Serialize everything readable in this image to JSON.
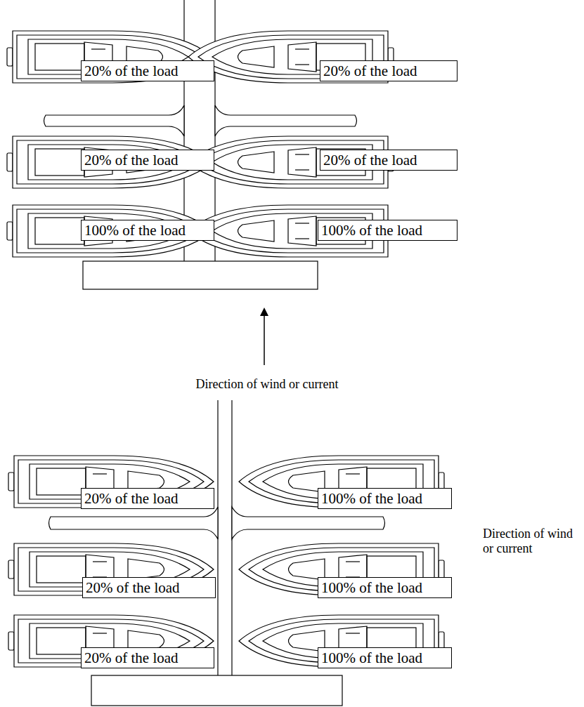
{
  "diagram": {
    "nodes": [
      {
        "text": [
          "20% of the load"
        ]
      },
      {
        "text": [
          "20% of the load"
        ]
      },
      {
        "text": [
          "20% of the load"
        ]
      },
      {
        "text": [
          "20% of the load"
        ]
      },
      {
        "text": [
          "100% of the load"
        ]
      },
      {
        "text": [
          "100% of the load"
        ]
      },
      {
        "text": [
          "20% of the load"
        ]
      },
      {
        "text": [
          "100% of the load"
        ]
      },
      {
        "text": [
          "20% of the load"
        ]
      },
      {
        "text": [
          "100% of the load"
        ]
      },
      {
        "text": [
          "20% of the load"
        ]
      },
      {
        "text": [
          "100% of the load"
        ]
      }
    ],
    "labels": [
      "Direction of wind or current",
      "Direction of wind or current"
    ]
  }
}
